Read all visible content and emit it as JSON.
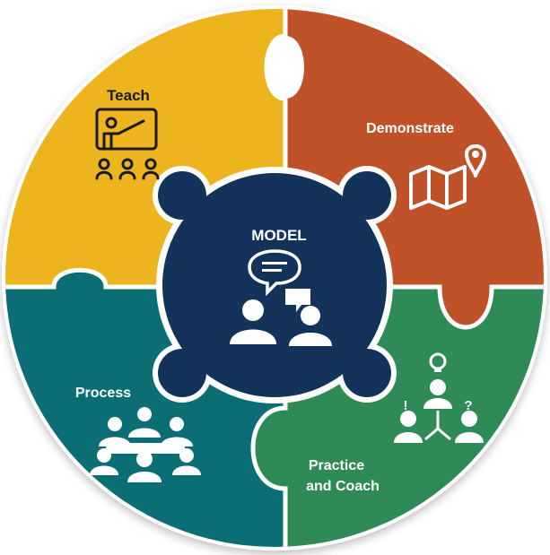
{
  "center": {
    "label": "MODEL",
    "icon": "conversation-icon"
  },
  "segments": [
    {
      "id": "teach",
      "label": "Teach",
      "icon": "presentation-icon",
      "color": "#EDB41E"
    },
    {
      "id": "demonstrate",
      "label": "Demonstrate",
      "icon": "map-pin-icon",
      "color": "#C0522A"
    },
    {
      "id": "practice",
      "label_line1": "Practice",
      "label_line2": "and Coach",
      "icon": "idea-network-icon",
      "color": "#2E8A57"
    },
    {
      "id": "process",
      "label": "Process",
      "icon": "meeting-table-icon",
      "color": "#0B6E74"
    }
  ],
  "marks": {
    "exclaim": "!",
    "question": "?"
  },
  "colors": {
    "center": "#14335A",
    "ring": "#ffffff",
    "icon": "#ffffff",
    "teach_text": "#1a1a1a"
  }
}
